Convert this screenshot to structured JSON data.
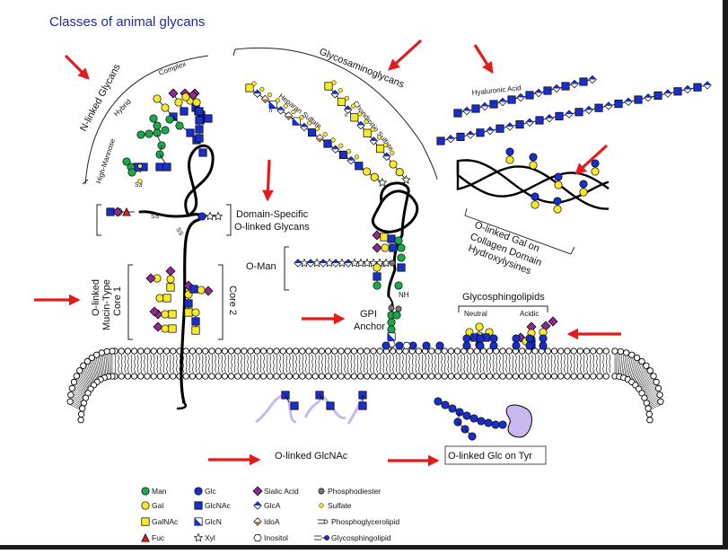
{
  "title": "Classes of animal glycans",
  "colors": {
    "title": "#1f2a9c",
    "arrow": "#e31b1b",
    "man": "#1aa84a",
    "gal": "#f5e92a",
    "galnac": "#f5e92a",
    "glc": "#1930c8",
    "glcnac": "#1930c8",
    "glcn": "#1930c8",
    "sialic": "#8b2a8f",
    "fuc": "#d81e1e",
    "phosphate": "#777777",
    "membrane_head": "#ffffff",
    "glc_tyr_protein": "#c9b8ef",
    "glcnac_strand": "#c9b8ef"
  },
  "labels": {
    "n_linked": "N-linked Glycans",
    "high_mannose": "High-Mannose",
    "hybrid": "Hybrid",
    "complex": "Complex",
    "gags": "Glycosaminoglycans",
    "heparan": "Heparan Sulfate",
    "chondroitin": "Chondroitin Sulfate",
    "hyaluronic": "Hyaluronic Acid",
    "domain_specific_1": "Domain-Specific",
    "domain_specific_2": "O-linked Glycans",
    "o_man": "O-Man",
    "collagen_1": "O-linked Gal on",
    "collagen_2": "Collagen Domain",
    "collagen_3": "Hydroxylysines",
    "mucin_1": "O-linked",
    "mucin_2": "Mucin-Type",
    "mucin_3": "Core 1",
    "core2": "Core 2",
    "gpi_1": "GPI",
    "gpi_2": "Anchor",
    "nh": "NH",
    "glycosphingolipids": "Glycosphingolipids",
    "neutral": "Neutral",
    "acidic": "Acidic",
    "o_glcnac": "O-linked GlcNAc",
    "o_glc_tyr": "O-linked Glc on Tyr",
    "ss": "SS",
    "s6": "S6",
    "s3": "S3",
    "n": "n",
    "x": "(X)"
  },
  "legend": [
    {
      "icon": "circle-green",
      "label": "Man"
    },
    {
      "icon": "circle-blue",
      "label": "Glc"
    },
    {
      "icon": "diamond-purple",
      "label": "Sialic Acid"
    },
    {
      "icon": "circle-gray",
      "label": "Phosphodiester"
    },
    {
      "icon": "circle-yellow",
      "label": "Gal"
    },
    {
      "icon": "square-blue",
      "label": "GlcNAc"
    },
    {
      "icon": "diamond-blue-white",
      "label": "GlcA"
    },
    {
      "icon": "circle-small-yellow",
      "label": "Sulfate"
    },
    {
      "icon": "square-yellow",
      "label": "GalNAc"
    },
    {
      "icon": "square-half-blue",
      "label": "GlcN"
    },
    {
      "icon": "diamond-brown-white",
      "label": "IdoA"
    },
    {
      "icon": "phosphoglycerolipid-symbol",
      "label": "Phosphoglycerolipid"
    },
    {
      "icon": "triangle-red",
      "label": "Fuc"
    },
    {
      "icon": "star-outline",
      "label": "Xyl"
    },
    {
      "icon": "hexagon-outline",
      "label": "Inositol"
    },
    {
      "icon": "glycosphingolipid-symbol",
      "label": "Glycosphingolipid"
    }
  ]
}
